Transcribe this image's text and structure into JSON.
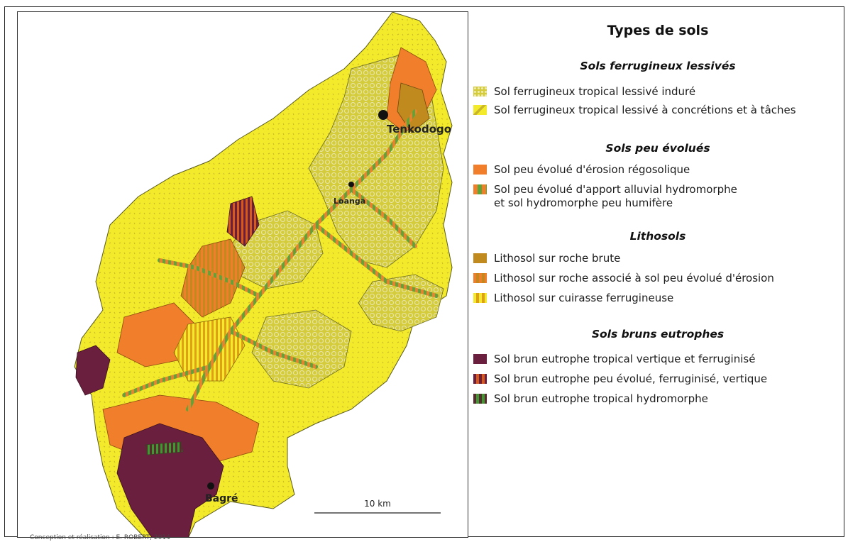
{
  "map": {
    "places": [
      {
        "name": "Tenkodogo"
      },
      {
        "name": "Loanga"
      },
      {
        "name": "Bagré"
      }
    ],
    "scale_label": "10 km",
    "credit": "Conception et réalisation : E. ROBERT, 2014"
  },
  "legend": {
    "title": "Types de sols",
    "sections": [
      {
        "title": "Sols ferrugineux lessivés",
        "items": [
          {
            "label": "Sol ferrugineux tropical lessivé induré"
          },
          {
            "label": "Sol ferrugineux tropical lessivé à concrétions et à tâches"
          }
        ]
      },
      {
        "title": "Sols peu évolués",
        "items": [
          {
            "label": "Sol peu évolué d'érosion régosolique"
          },
          {
            "label": "Sol peu évolué d'apport alluvial hydromorphe",
            "label2": "et sol hydromorphe peu humifère"
          }
        ]
      },
      {
        "title": "Lithosols",
        "items": [
          {
            "label": "Lithosol sur roche brute"
          },
          {
            "label": "Lithosol sur roche associé à sol peu évolué d'érosion"
          },
          {
            "label": "Lithosol sur cuirasse ferrugineuse"
          }
        ]
      },
      {
        "title": "Sols bruns eutrophes",
        "items": [
          {
            "label": "Sol brun eutrophe tropical vertique et ferruginisé"
          },
          {
            "label": "Sol brun eutrophe peu évolué, ferruginisé, vertique"
          },
          {
            "label": "Sol brun eutrophe tropical hydromorphe"
          }
        ]
      }
    ]
  },
  "colors": {
    "induré": "#c9c23a",
    "concrétions": "#f2ea2a",
    "érosion": "#f07e2a",
    "alluvial": "#5aa63a",
    "roche_brute": "#c08a1e",
    "brun_vertique": "#6a1f3e",
    "brun_hydromorphe": "#2f7d2a"
  }
}
